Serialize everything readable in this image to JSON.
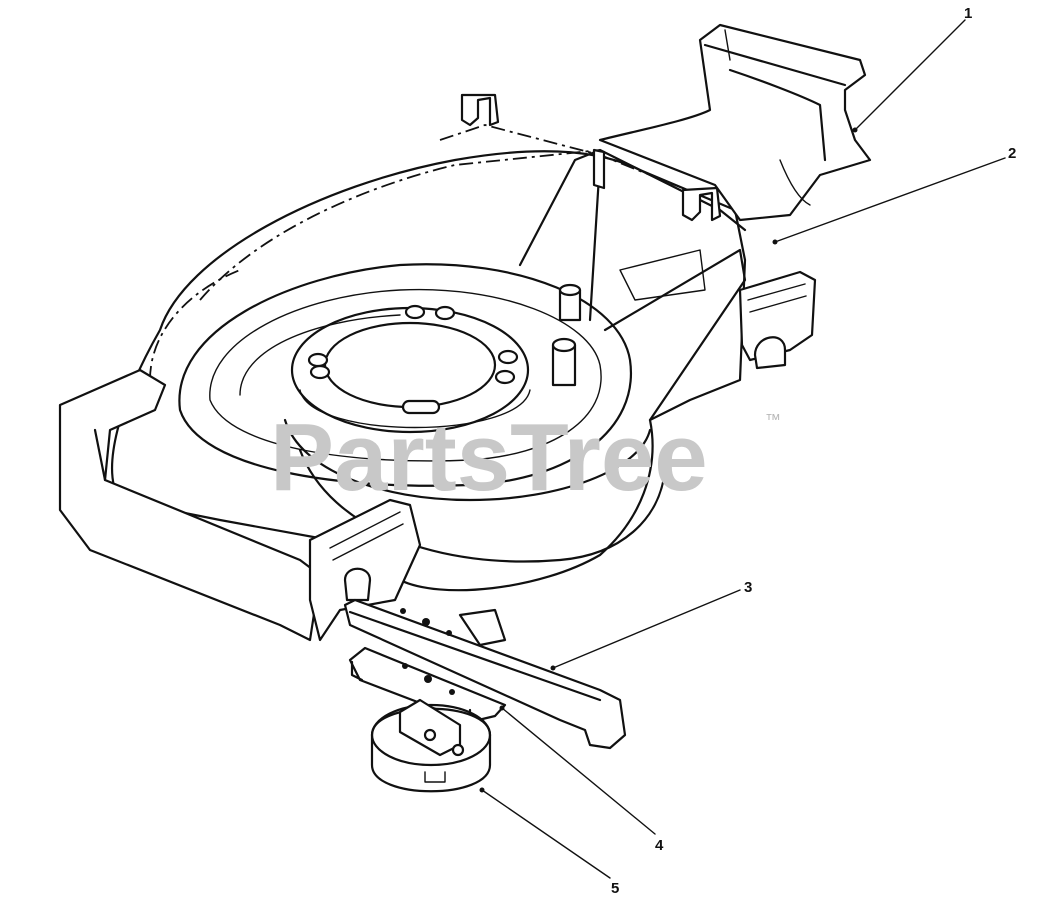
{
  "watermark": {
    "text": "PartsTree",
    "trademark": "™"
  },
  "callouts": [
    {
      "id": "1",
      "label": "1"
    },
    {
      "id": "2",
      "label": "2"
    },
    {
      "id": "3",
      "label": "3"
    },
    {
      "id": "4",
      "label": "4"
    },
    {
      "id": "5",
      "label": "5"
    }
  ],
  "parts": {
    "p1": "grass-bag-chute",
    "p2": "mower-deck-housing",
    "p3": "blade",
    "p4": "blade-adapter-plate",
    "p5": "blade-hub-cup"
  }
}
